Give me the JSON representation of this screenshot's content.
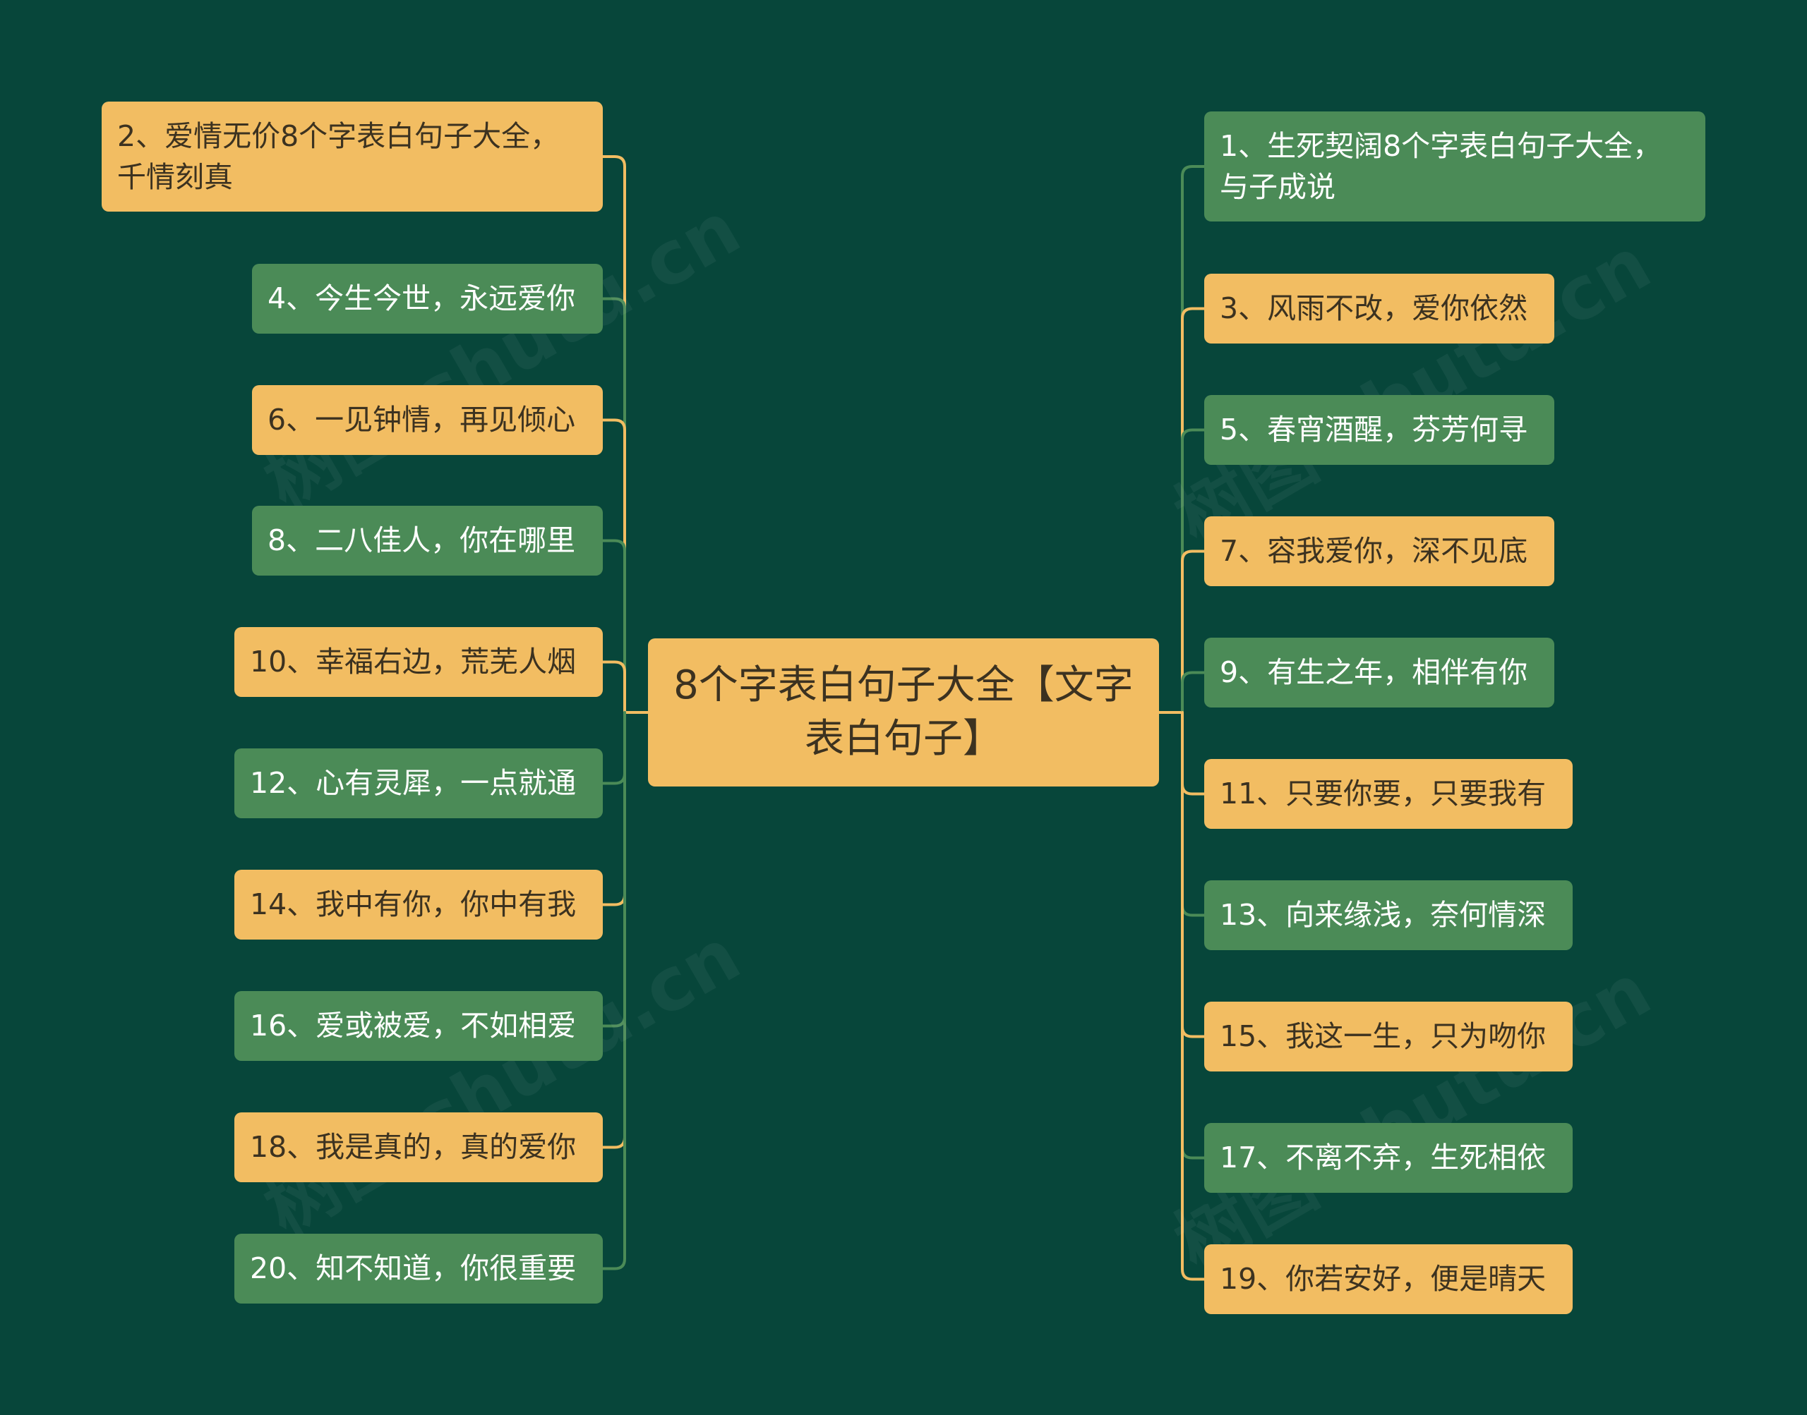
{
  "colors": {
    "background": "#07463a",
    "orange": "#f2bd62",
    "green": "#4b8b57",
    "line_orange": "#f2bd62",
    "line_green": "#4b8b57"
  },
  "watermark": "树图 shutu.cn",
  "center": {
    "text": "8个字表白句子大全【文字表白句子】"
  },
  "left": [
    {
      "text": "2、爱情无价8个字表白句子大全，\n千情刻真",
      "color": "orange"
    },
    {
      "text": "4、今生今世，永远爱你",
      "color": "green"
    },
    {
      "text": "6、一见钟情，再见倾心",
      "color": "orange"
    },
    {
      "text": "8、二八佳人，你在哪里",
      "color": "green"
    },
    {
      "text": "10、幸福右边，荒芜人烟",
      "color": "orange"
    },
    {
      "text": "12、心有灵犀，一点就通",
      "color": "green"
    },
    {
      "text": "14、我中有你，你中有我",
      "color": "orange"
    },
    {
      "text": "16、爱或被爱，不如相爱",
      "color": "green"
    },
    {
      "text": "18、我是真的，真的爱你",
      "color": "orange"
    },
    {
      "text": "20、知不知道，你很重要",
      "color": "green"
    }
  ],
  "right": [
    {
      "text": "1、生死契阔8个字表白句子大全，\n与子成说",
      "color": "green"
    },
    {
      "text": "3、风雨不改，爱你依然",
      "color": "orange"
    },
    {
      "text": "5、春宵酒醒，芬芳何寻",
      "color": "green"
    },
    {
      "text": "7、容我爱你，深不见底",
      "color": "orange"
    },
    {
      "text": "9、有生之年，相伴有你",
      "color": "green"
    },
    {
      "text": "11、只要你要，只要我有",
      "color": "orange"
    },
    {
      "text": "13、向来缘浅，奈何情深",
      "color": "green"
    },
    {
      "text": "15、我这一生，只为吻你",
      "color": "orange"
    },
    {
      "text": "17、不离不弃，生死相依",
      "color": "green"
    },
    {
      "text": "19、你若安好，便是晴天",
      "color": "orange"
    }
  ]
}
